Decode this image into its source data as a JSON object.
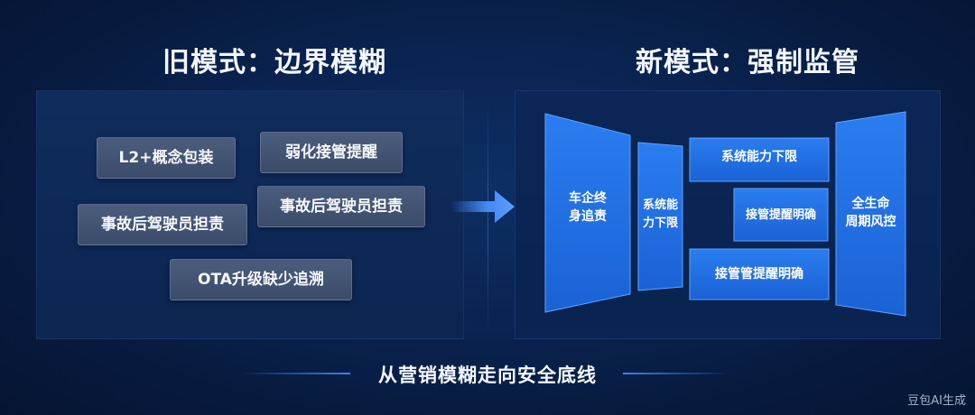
{
  "left": {
    "title": "旧模式：边界模糊",
    "tags": [
      "L2+概念包装",
      "弱化接管提醒",
      "事故后驾驶员担责",
      "事故后驾驶员担责",
      "OTA升级缺少追溯"
    ]
  },
  "right": {
    "title": "新模式：强制监管",
    "blocks": {
      "left_panel": [
        "车企终",
        "身追责"
      ],
      "mid_panel": [
        "系统能",
        "力下限"
      ],
      "top_box": "系统能力下限",
      "middle_box": "接管提醒明确",
      "bottom_box": "接管管提醒明确",
      "right_panel": [
        "全生命",
        "周期风控"
      ]
    }
  },
  "caption": "从营销模糊走向安全底线",
  "watermark": "豆包AI生成",
  "colors": {
    "block_blue": "#1f6fe0",
    "tag_gray": "#44567a",
    "arrow_blue": "#4a90ff"
  }
}
